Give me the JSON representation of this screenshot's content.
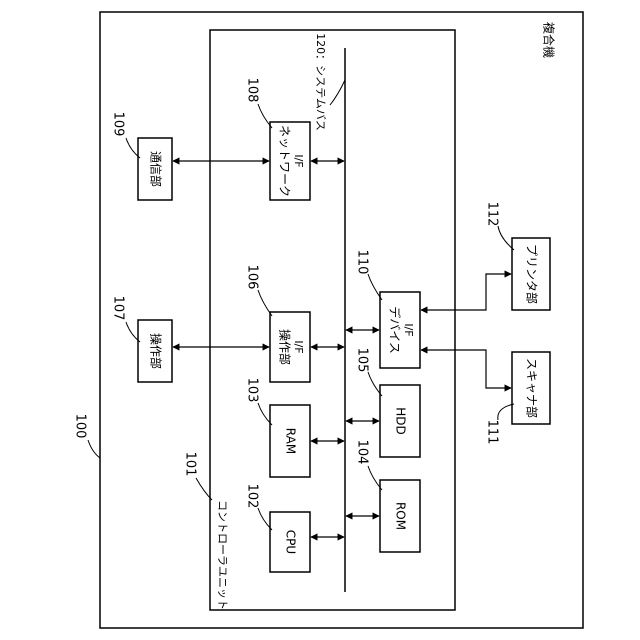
{
  "labels": {
    "outer_title": "複合機",
    "controller": "コントローラユニット",
    "bus": "120：システムバス",
    "cpu": "CPU",
    "ram": "RAM",
    "rom": "ROM",
    "hdd": "HDD",
    "op_if": [
      "操作部",
      "I/F"
    ],
    "net_if": [
      "ネットワーク",
      "I/F"
    ],
    "dev_if": [
      "デバイス",
      "I/F"
    ],
    "op_unit": "操作部",
    "comm_unit": "通信部",
    "printer": "プリンタ部",
    "scanner": "スキャナ部"
  },
  "refs": {
    "device": "100",
    "controller": "101",
    "cpu": "102",
    "ram": "103",
    "rom": "104",
    "hdd": "105",
    "op_if": "106",
    "op_unit": "107",
    "net_if": "108",
    "comm_unit": "109",
    "dev_if": "110",
    "scanner": "111",
    "printer": "112"
  }
}
